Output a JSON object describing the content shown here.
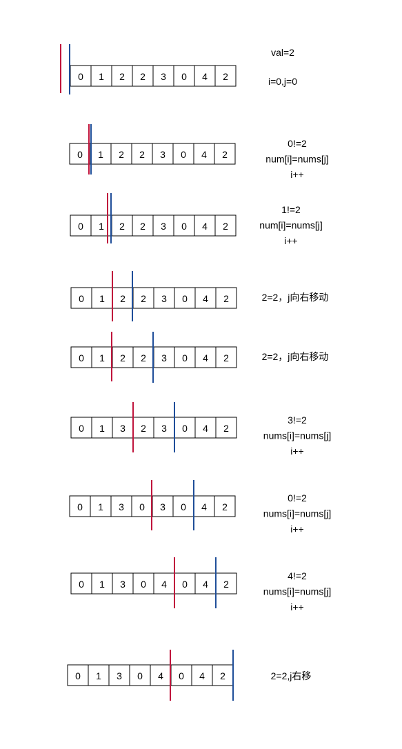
{
  "colors": {
    "i_pointer": "#c0143c",
    "j_pointer": "#1f4e99",
    "cell_border": "#000000"
  },
  "steps": [
    {
      "cells": [
        "0",
        "1",
        "2",
        "2",
        "3",
        "0",
        "4",
        "2"
      ],
      "note": [
        "val=2",
        "",
        "i=0,j=0"
      ]
    },
    {
      "cells": [
        "0",
        "1",
        "2",
        "2",
        "3",
        "0",
        "4",
        "2"
      ],
      "note": [
        "0!=2",
        "num[i]=nums[j]",
        "i++"
      ]
    },
    {
      "cells": [
        "0",
        "1",
        "2",
        "2",
        "3",
        "0",
        "4",
        "2"
      ],
      "note": [
        "1!=2",
        "num[i]=nums[j]",
        "i++"
      ]
    },
    {
      "cells": [
        "0",
        "1",
        "2",
        "2",
        "3",
        "0",
        "4",
        "2"
      ],
      "note": [
        "2=2，j向右移动"
      ]
    },
    {
      "cells": [
        "0",
        "1",
        "2",
        "2",
        "3",
        "0",
        "4",
        "2"
      ],
      "note": [
        "2=2，j向右移动"
      ]
    },
    {
      "cells": [
        "0",
        "1",
        "3",
        "2",
        "3",
        "0",
        "4",
        "2"
      ],
      "note": [
        "3!=2",
        "nums[i]=nums[j]",
        "i++"
      ]
    },
    {
      "cells": [
        "0",
        "1",
        "3",
        "0",
        "3",
        "0",
        "4",
        "2"
      ],
      "note": [
        "0!=2",
        "nums[i]=nums[j]",
        "i++"
      ]
    },
    {
      "cells": [
        "0",
        "1",
        "3",
        "0",
        "4",
        "0",
        "4",
        "2"
      ],
      "note": [
        "4!=2",
        "nums[i]=nums[j]",
        "i++"
      ]
    },
    {
      "cells": [
        "0",
        "1",
        "3",
        "0",
        "4",
        "0",
        "4",
        "2"
      ],
      "note": [
        "2=2,j右移"
      ]
    }
  ]
}
